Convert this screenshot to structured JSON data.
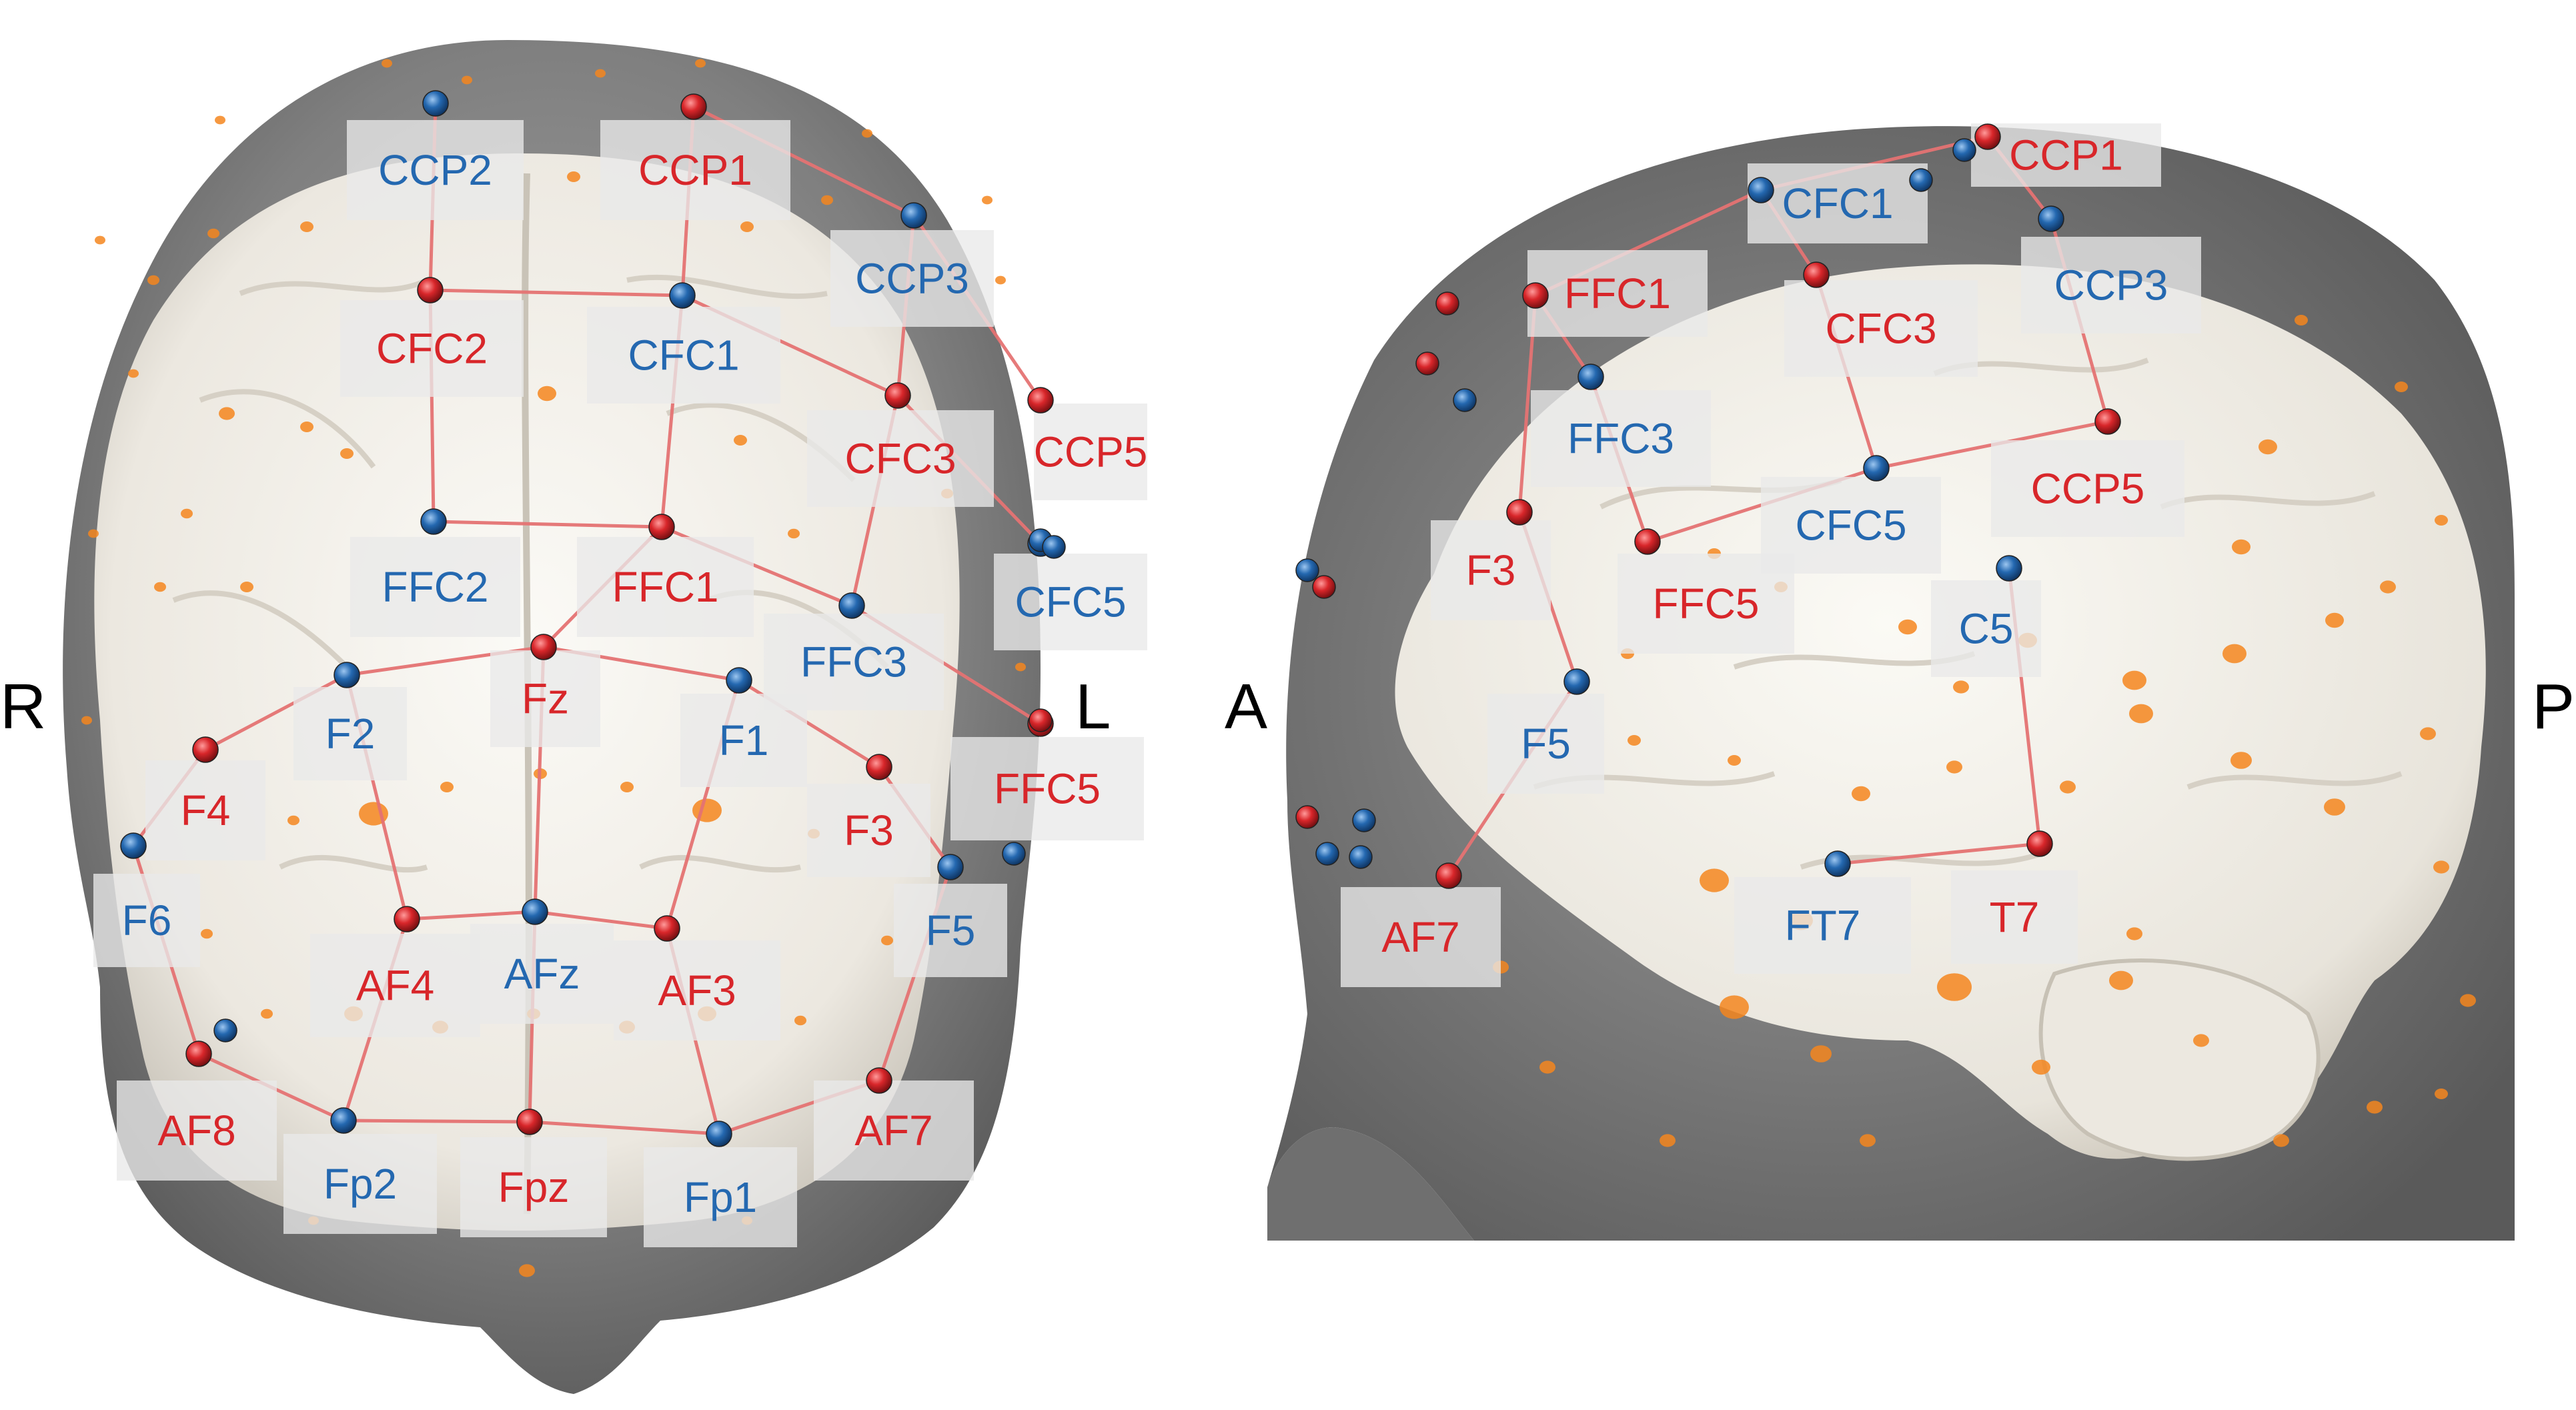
{
  "colors": {
    "source": "#d8262a",
    "detector": "#2468b0",
    "connection": "#e57373",
    "reference_marker": "#f5861f",
    "head_surface": "#7a7a7a",
    "brain_surface": "#f2efe9",
    "label_box": "#e9e9e9",
    "side_letter": "#000000"
  },
  "side_labels": {
    "right": "R",
    "left": "L",
    "anterior": "A",
    "posterior": "P"
  },
  "icons": {
    "source": "red-sphere",
    "detector": "blue-sphere",
    "reference": "orange-dot"
  },
  "views": {
    "top": {
      "electrodes": [
        {
          "id": "CCP2",
          "label": "CCP2",
          "role": "detector"
        },
        {
          "id": "CCP1",
          "label": "CCP1",
          "role": "source"
        },
        {
          "id": "CCP3",
          "label": "CCP3",
          "role": "detector"
        },
        {
          "id": "CFC2",
          "label": "CFC2",
          "role": "source"
        },
        {
          "id": "CFC1",
          "label": "CFC1",
          "role": "detector"
        },
        {
          "id": "CFC3",
          "label": "CFC3",
          "role": "source"
        },
        {
          "id": "CCP5",
          "label": "CCP5",
          "role": "source"
        },
        {
          "id": "FFC2",
          "label": "FFC2",
          "role": "detector"
        },
        {
          "id": "FFC1",
          "label": "FFC1",
          "role": "source"
        },
        {
          "id": "CFC5",
          "label": "CFC5",
          "role": "detector"
        },
        {
          "id": "FFC3",
          "label": "FFC3",
          "role": "detector"
        },
        {
          "id": "Fz",
          "label": "Fz",
          "role": "source"
        },
        {
          "id": "F2",
          "label": "F2",
          "role": "detector"
        },
        {
          "id": "F1",
          "label": "F1",
          "role": "detector"
        },
        {
          "id": "F4",
          "label": "F4",
          "role": "source"
        },
        {
          "id": "FFC5",
          "label": "FFC5",
          "role": "source"
        },
        {
          "id": "F3",
          "label": "F3",
          "role": "source"
        },
        {
          "id": "F6",
          "label": "F6",
          "role": "detector"
        },
        {
          "id": "F5",
          "label": "F5",
          "role": "detector"
        },
        {
          "id": "AF4",
          "label": "AF4",
          "role": "source"
        },
        {
          "id": "AFz",
          "label": "AFz",
          "role": "detector"
        },
        {
          "id": "AF3",
          "label": "AF3",
          "role": "source"
        },
        {
          "id": "AF8",
          "label": "AF8",
          "role": "source"
        },
        {
          "id": "AF7",
          "label": "AF7",
          "role": "source"
        },
        {
          "id": "Fp2",
          "label": "Fp2",
          "role": "detector"
        },
        {
          "id": "Fpz",
          "label": "Fpz",
          "role": "source"
        },
        {
          "id": "Fp1",
          "label": "Fp1",
          "role": "detector"
        }
      ],
      "connections": [
        [
          "CCP2",
          "CFC2"
        ],
        [
          "CCP1",
          "CFC1"
        ],
        [
          "CCP1",
          "CCP3"
        ],
        [
          "CCP3",
          "CFC3"
        ],
        [
          "CFC2",
          "CFC1"
        ],
        [
          "CFC2",
          "FFC2"
        ],
        [
          "CFC1",
          "CFC3"
        ],
        [
          "CFC1",
          "FFC1"
        ],
        [
          "CCP3",
          "CCP5"
        ],
        [
          "CFC3",
          "CFC5"
        ],
        [
          "FFC2",
          "FFC1"
        ],
        [
          "FFC1",
          "FFC3"
        ],
        [
          "CFC3",
          "FFC3"
        ],
        [
          "FFC3",
          "FFC5"
        ],
        [
          "Fz",
          "FFC1"
        ],
        [
          "Fz",
          "F2"
        ],
        [
          "Fz",
          "F1"
        ],
        [
          "F2",
          "F4"
        ],
        [
          "F1",
          "F3"
        ],
        [
          "F4",
          "F6"
        ],
        [
          "F3",
          "F5"
        ],
        [
          "F2",
          "AF4"
        ],
        [
          "F1",
          "AF3"
        ],
        [
          "Fz",
          "AFz"
        ],
        [
          "AF4",
          "AFz"
        ],
        [
          "AFz",
          "AF3"
        ],
        [
          "AF4",
          "Fp2"
        ],
        [
          "AFz",
          "Fpz"
        ],
        [
          "AF3",
          "Fp1"
        ],
        [
          "F6",
          "AF8"
        ],
        [
          "F5",
          "AF7"
        ],
        [
          "AF8",
          "Fp2"
        ],
        [
          "Fp2",
          "Fpz"
        ],
        [
          "Fpz",
          "Fp1"
        ],
        [
          "Fp1",
          "AF7"
        ]
      ]
    },
    "side": {
      "electrodes": [
        {
          "id": "CCP1",
          "label": "CCP1",
          "role": "source"
        },
        {
          "id": "CFC1",
          "label": "CFC1",
          "role": "detector"
        },
        {
          "id": "FFC1",
          "label": "FFC1",
          "role": "source"
        },
        {
          "id": "CCP3",
          "label": "CCP3",
          "role": "detector"
        },
        {
          "id": "CFC3",
          "label": "CFC3",
          "role": "source"
        },
        {
          "id": "FFC3",
          "label": "FFC3",
          "role": "detector"
        },
        {
          "id": "CCP5",
          "label": "CCP5",
          "role": "source"
        },
        {
          "id": "CFC5",
          "label": "CFC5",
          "role": "detector"
        },
        {
          "id": "F3",
          "label": "F3",
          "role": "source"
        },
        {
          "id": "FFC5",
          "label": "FFC5",
          "role": "source"
        },
        {
          "id": "C5",
          "label": "C5",
          "role": "detector"
        },
        {
          "id": "F5",
          "label": "F5",
          "role": "detector"
        },
        {
          "id": "AF7",
          "label": "AF7",
          "role": "source"
        },
        {
          "id": "FT7",
          "label": "FT7",
          "role": "detector"
        },
        {
          "id": "T7",
          "label": "T7",
          "role": "source"
        }
      ],
      "connections": [
        [
          "CCP1",
          "CFC1"
        ],
        [
          "CCP1",
          "CCP3"
        ],
        [
          "CFC1",
          "FFC1"
        ],
        [
          "CFC1",
          "CFC3"
        ],
        [
          "CCP3",
          "CCP5"
        ],
        [
          "CFC3",
          "CFC5"
        ],
        [
          "CFC5",
          "CCP5"
        ],
        [
          "CFC5",
          "FFC5"
        ],
        [
          "FFC3",
          "FFC5"
        ],
        [
          "FFC1",
          "FFC3"
        ],
        [
          "FFC1",
          "F3"
        ],
        [
          "F3",
          "F5"
        ],
        [
          "F5",
          "AF7"
        ],
        [
          "C5",
          "T7"
        ],
        [
          "T7",
          "FT7"
        ]
      ]
    }
  }
}
